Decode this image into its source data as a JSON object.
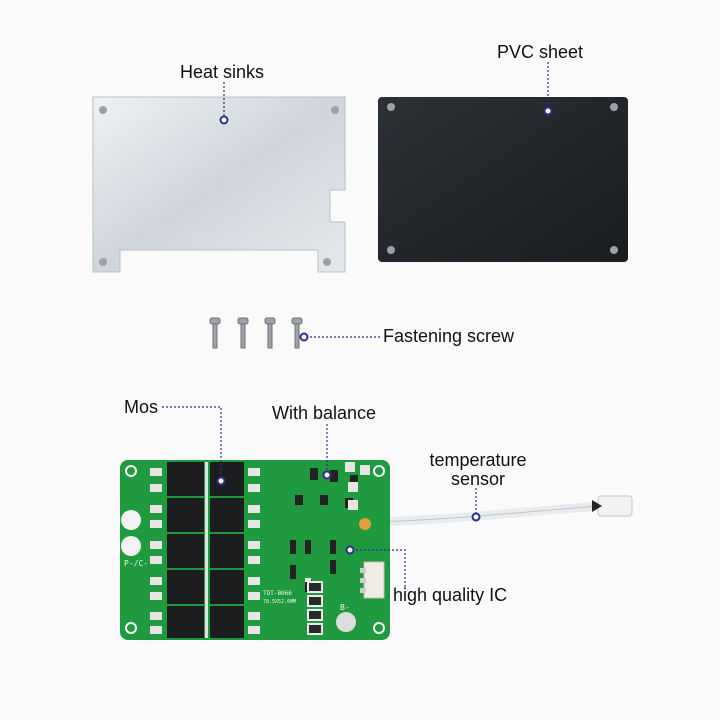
{
  "labels": {
    "heat_sinks": "Heat sinks",
    "pvc_sheet": "PVC sheet",
    "fastening_screw": "Fastening screw",
    "mos": "Mos",
    "with_balance": "With balance",
    "temperature_sensor_line1": "temperature",
    "temperature_sensor_line2": "sensor",
    "high_quality_ic": "high quality IC"
  },
  "board_markings": {
    "model": "TDT-B066",
    "size": "78.5X52.6MM",
    "p_c": "P-/C-",
    "b": "B-"
  },
  "colors": {
    "leader_line": "#2b2f8a",
    "pcb": "#1f9a3e",
    "pvc": "#22262a",
    "heat_sink": "#d8dde2"
  }
}
